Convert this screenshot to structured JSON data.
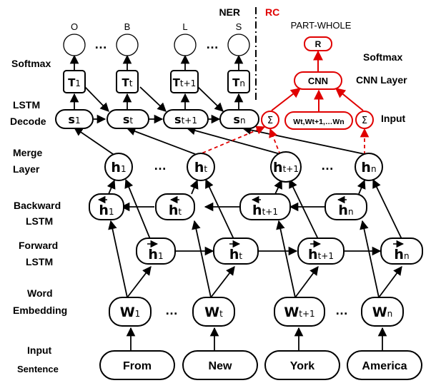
{
  "header": {
    "ner": "NER",
    "rc": "RC",
    "rc_color": "#e00000"
  },
  "left_labels": {
    "softmax": "Softmax",
    "lstm_decode_1": "LSTM",
    "lstm_decode_2": "Decode",
    "merge_1": "Merge",
    "merge_2": "Layer",
    "backward_1": "Backward",
    "backward_2": "LSTM",
    "forward_1": "Forward",
    "forward_2": "LSTM",
    "word_1": "Word",
    "word_2": "Embedding",
    "input_1": "Input",
    "input_2": "Sentence"
  },
  "right_labels": {
    "softmax": "Softmax",
    "cnn_layer": "CNN Layer",
    "input": "Input"
  },
  "outputs": [
    "O",
    "B",
    "L",
    "S"
  ],
  "ellipsis": "…",
  "sentence": [
    "From",
    "New",
    "York",
    "America"
  ],
  "subscripts": [
    "1",
    "t",
    "t+1",
    "n"
  ],
  "letters": {
    "w": "W",
    "h": "h",
    "s": "s",
    "t": "T"
  },
  "rc": {
    "relation": "PART-WHOLE",
    "r_label": "R",
    "cnn_label": "CNN",
    "sigma": "Σ",
    "words_label": "Wt,Wt+1,…Wn"
  },
  "colors": {
    "red": "#e00000",
    "black": "#000000"
  }
}
